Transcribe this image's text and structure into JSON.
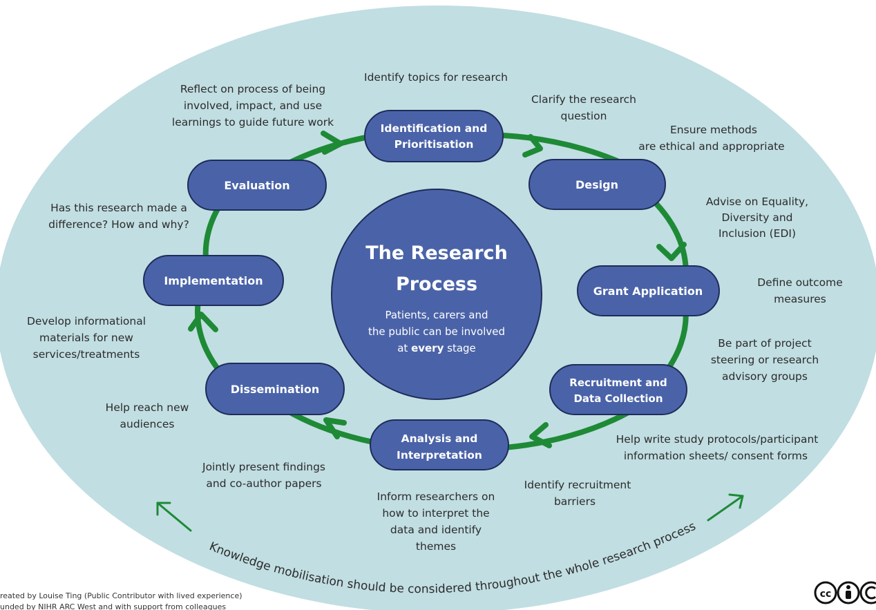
{
  "colors": {
    "oval": "#c1dee2",
    "pill": "#4a63a8",
    "pill_stroke": "#1e2c5a",
    "arrow": "#1e8a36",
    "text": "#2b2b2b"
  },
  "center": {
    "title_line1": "The Research",
    "title_line2": "Process",
    "sub_line1": "Patients, carers and",
    "sub_line2": "the public can be involved",
    "sub_line3_pre": "at ",
    "sub_line3_bold": "every",
    "sub_line3_post": " stage"
  },
  "stages": [
    {
      "line1": "Identification and",
      "line2": "Prioritisation"
    },
    {
      "line1": "Design",
      "line2": ""
    },
    {
      "line1": "Grant Application",
      "line2": ""
    },
    {
      "line1": "Recruitment and",
      "line2": "Data Collection"
    },
    {
      "line1": "Analysis and",
      "line2": "Interpretation"
    },
    {
      "line1": "Dissemination",
      "line2": ""
    },
    {
      "line1": "Implementation",
      "line2": ""
    },
    {
      "line1": "Evaluation",
      "line2": ""
    }
  ],
  "notes": [
    [
      "Identify topics for research"
    ],
    [
      "Clarify the research",
      "question"
    ],
    [
      "Ensure methods",
      "are ethical and appropriate"
    ],
    [
      "Advise on Equality,",
      "Diversity and",
      "Inclusion (EDI)"
    ],
    [
      "Define outcome",
      "measures"
    ],
    [
      "Be part of project",
      "steering or research",
      "advisory groups"
    ],
    [
      "Help write study protocols/participant",
      "information sheets/ consent forms"
    ],
    [
      "Identify recruitment",
      "barriers"
    ],
    [
      "Inform researchers on",
      "how to interpret the",
      "data and identify",
      "themes"
    ],
    [
      "Jointly present findings",
      "and co-author papers"
    ],
    [
      "Help reach new",
      "audiences"
    ],
    [
      "Develop informational",
      "materials for new",
      "services/treatments"
    ],
    [
      "Has this research made a",
      "difference? How and why?"
    ],
    [
      "Reflect on process of being",
      "involved, impact, and use",
      "learnings to guide future work"
    ]
  ],
  "knowledge": "Knowledge mobilisation should be considered throughout the whole research process",
  "credits": {
    "line1": "reated by Louise Ting (Public Contributor with lived experience)",
    "line2": "unded by NIHR ARC West and with support from colleagues"
  },
  "license_icons": [
    "cc-icon",
    "by-icon",
    "sa-icon"
  ]
}
